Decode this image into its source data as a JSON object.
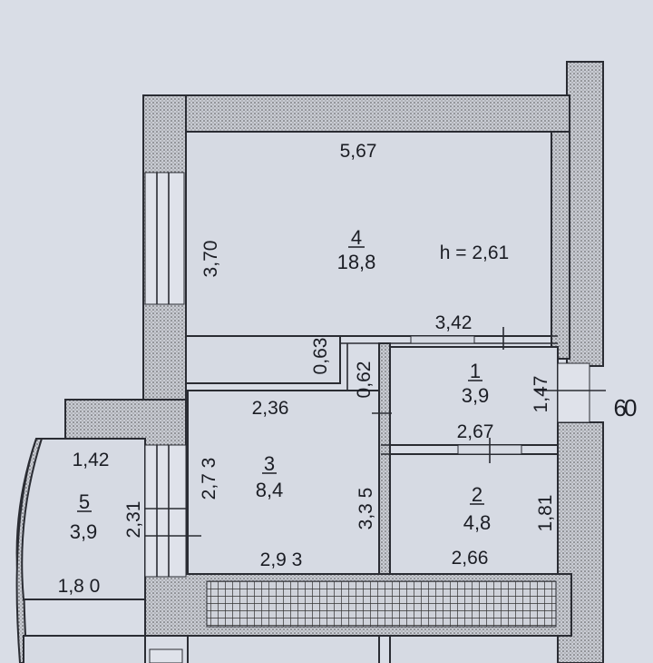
{
  "plan": {
    "ceiling_height": "h = 2,61",
    "side_mark": "60",
    "rooms": [
      {
        "number": "1",
        "area": "3,9",
        "dims": [
          "1,47",
          "2,67"
        ]
      },
      {
        "number": "2",
        "area": "4,8",
        "dims": [
          "1,81",
          "2,66"
        ]
      },
      {
        "number": "3",
        "area": "8,4",
        "dims": [
          "2,36",
          "2,7 3",
          "3,3 5",
          "2,9 3"
        ]
      },
      {
        "number": "4",
        "area": "18,8",
        "dims": [
          "5,67",
          "3,70"
        ]
      },
      {
        "number": "5",
        "area": "3,9",
        "dims": [
          "1,42",
          "2,31",
          "1,8 0"
        ]
      }
    ],
    "extra_dims": [
      "0,63",
      "0,62",
      "3,42"
    ]
  },
  "colors": {
    "paper": "#d9dde6",
    "ink": "#2a2c33"
  }
}
